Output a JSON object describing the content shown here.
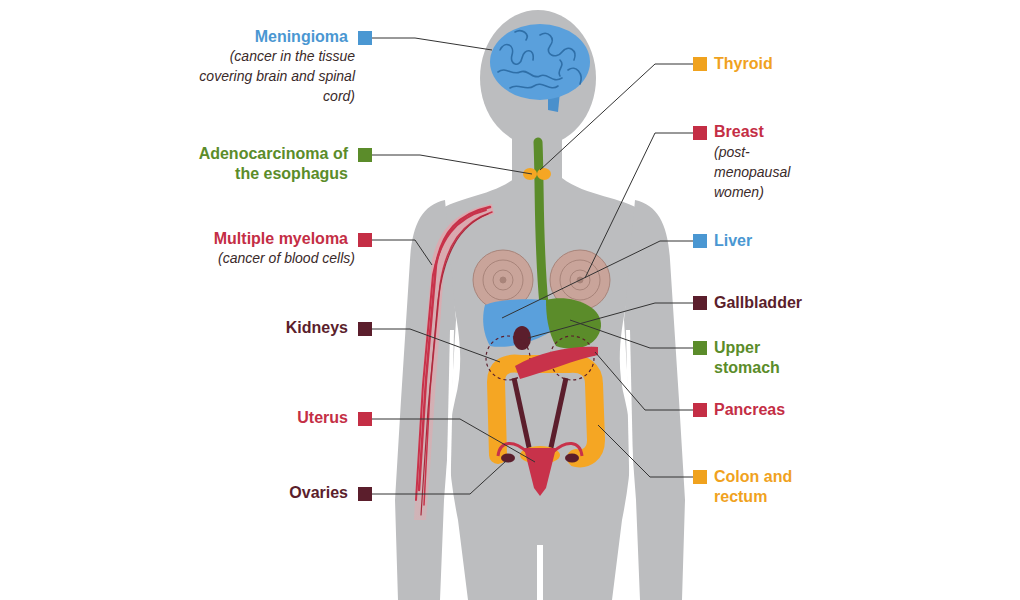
{
  "diagram": {
    "labels": [
      "Meningioma",
      "(cancer in the tissue covering brain and spinal cord)",
      "Adenocarcinoma of the esophagus",
      "Multiple myeloma",
      "(cancer of blood cells)",
      "Kidneys",
      "Uterus",
      "Ovaries",
      "Thyroid",
      "Breast",
      "(post-menopausal women)",
      "Liver",
      "Gallbladder",
      "Upper stomach",
      "Pancreas",
      "Colon and rectum"
    ]
  }
}
